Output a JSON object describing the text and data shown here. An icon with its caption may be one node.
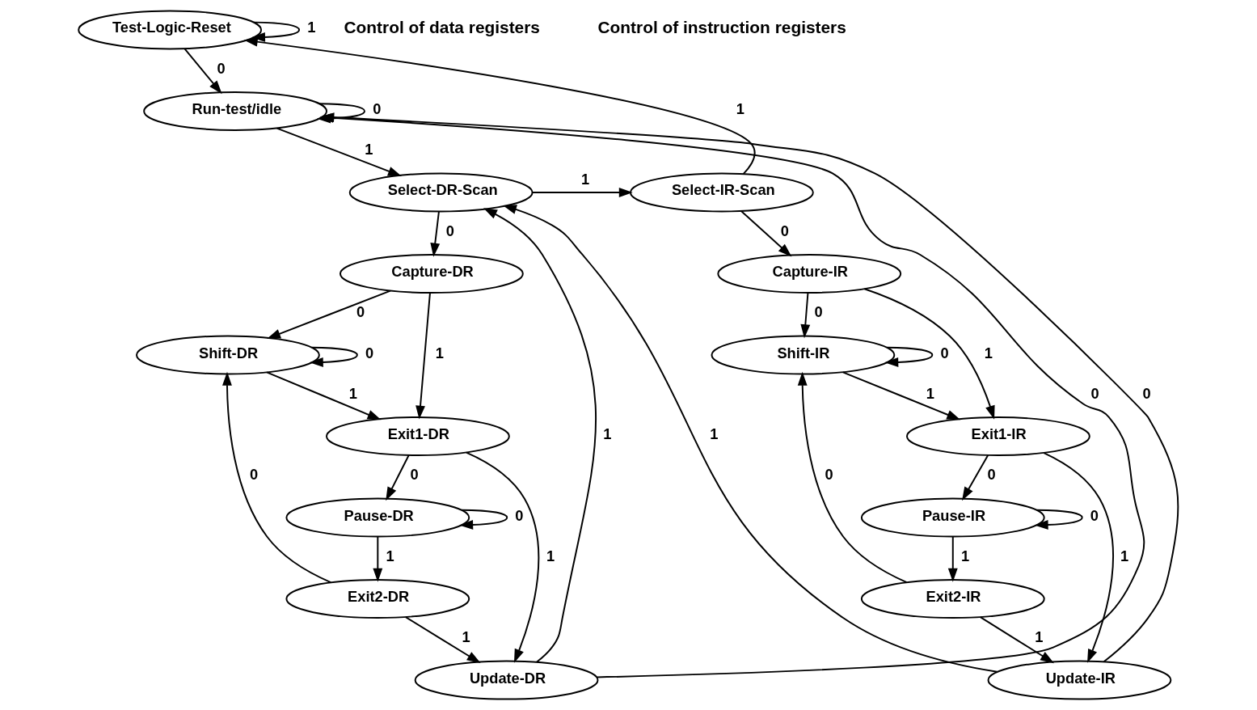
{
  "diagram": {
    "nodes": [
      {
        "text": [
          "Test-Logic-Reset"
        ]
      },
      {
        "text": [
          "Run-test/idle"
        ]
      },
      {
        "text": [
          "Select-DR-Scan"
        ]
      },
      {
        "text": [
          "Capture-DR"
        ]
      },
      {
        "text": [
          "Shift-DR"
        ]
      },
      {
        "text": [
          "Exit1-DR"
        ]
      },
      {
        "text": [
          "Pause-DR"
        ]
      },
      {
        "text": [
          "Exit2-DR"
        ]
      },
      {
        "text": [
          "Update-DR"
        ]
      },
      {
        "text": [
          "Select-IR-Scan"
        ]
      },
      {
        "text": [
          "Capture-IR"
        ]
      },
      {
        "text": [
          "Shift-IR"
        ]
      },
      {
        "text": [
          "Exit1-IR"
        ]
      },
      {
        "text": [
          "Pause-IR"
        ]
      },
      {
        "text": [
          "Exit2-IR"
        ]
      },
      {
        "text": [
          "Update-IR"
        ]
      }
    ],
    "edges": [
      {
        "from": 0,
        "to": 0,
        "arrow": "to",
        "label": "1"
      },
      {
        "from": 0,
        "to": 1,
        "arrow": "to",
        "label": "0"
      },
      {
        "from": 1,
        "to": 1,
        "arrow": "to",
        "label": "0"
      },
      {
        "from": 1,
        "to": 2,
        "arrow": "to",
        "label": "1"
      },
      {
        "from": 2,
        "to": 9,
        "arrow": "to",
        "label": "1"
      },
      {
        "from": 9,
        "to": 0,
        "arrow": "to",
        "label": "1"
      },
      {
        "from": 2,
        "to": 3,
        "arrow": "to",
        "label": "0"
      },
      {
        "from": 3,
        "to": 4,
        "arrow": "to",
        "label": "0"
      },
      {
        "from": 3,
        "to": 5,
        "arrow": "to",
        "label": "1"
      },
      {
        "from": 4,
        "to": 4,
        "arrow": "to",
        "label": "0"
      },
      {
        "from": 4,
        "to": 5,
        "arrow": "to",
        "label": "1"
      },
      {
        "from": 5,
        "to": 6,
        "arrow": "to",
        "label": "0"
      },
      {
        "from": 5,
        "to": 8,
        "arrow": "to",
        "label": "1"
      },
      {
        "from": 6,
        "to": 6,
        "arrow": "to",
        "label": "0"
      },
      {
        "from": 6,
        "to": 7,
        "arrow": "to",
        "label": "1"
      },
      {
        "from": 7,
        "to": 4,
        "arrow": "to",
        "label": "0"
      },
      {
        "from": 7,
        "to": 8,
        "arrow": "to",
        "label": "1"
      },
      {
        "from": 8,
        "to": 2,
        "arrow": "to",
        "label": "1"
      },
      {
        "from": 8,
        "to": 1,
        "arrow": "to",
        "label": "0"
      },
      {
        "from": 9,
        "to": 10,
        "arrow": "to",
        "label": "0"
      },
      {
        "from": 10,
        "to": 11,
        "arrow": "to",
        "label": "0"
      },
      {
        "from": 10,
        "to": 12,
        "arrow": "to",
        "label": "1"
      },
      {
        "from": 11,
        "to": 11,
        "arrow": "to",
        "label": "0"
      },
      {
        "from": 11,
        "to": 12,
        "arrow": "to",
        "label": "1"
      },
      {
        "from": 12,
        "to": 13,
        "arrow": "to",
        "label": "0"
      },
      {
        "from": 12,
        "to": 15,
        "arrow": "to",
        "label": "1"
      },
      {
        "from": 13,
        "to": 13,
        "arrow": "to",
        "label": "0"
      },
      {
        "from": 13,
        "to": 14,
        "arrow": "to",
        "label": "1"
      },
      {
        "from": 14,
        "to": 11,
        "arrow": "to",
        "label": "0"
      },
      {
        "from": 14,
        "to": 15,
        "arrow": "to",
        "label": "1"
      },
      {
        "from": 15,
        "to": 2,
        "arrow": "to",
        "label": "1"
      },
      {
        "from": 15,
        "to": 1,
        "arrow": "to",
        "label": "0"
      }
    ],
    "labels": [
      "Control of data registers",
      "Control of instruction registers"
    ]
  }
}
